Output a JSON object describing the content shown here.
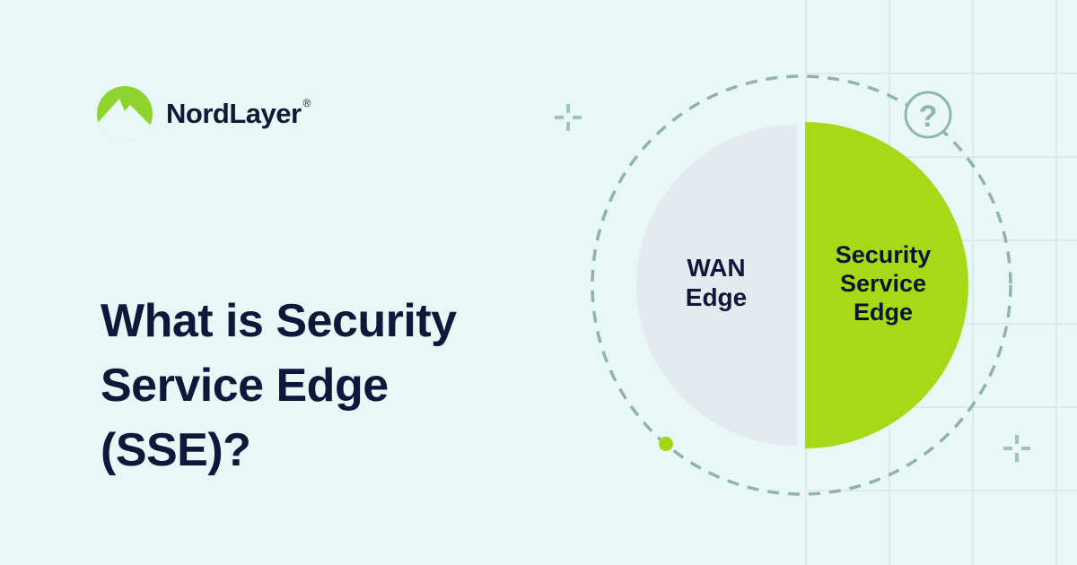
{
  "page": {
    "background_color": "#e9f8f6",
    "grid_color": "#dde9ec"
  },
  "brand": {
    "name": "NordLayer",
    "registered_mark": "®",
    "logo_icon": "nordlayer-mountain",
    "logo_green": "#8fd42e",
    "text_color": "#131836"
  },
  "headline": {
    "lines": [
      "What is Security",
      "Service Edge",
      "(SSE)?"
    ],
    "color": "#10173a"
  },
  "diagram": {
    "type": "split-circle",
    "dashed_circle_color": "#8fb3af",
    "accent_dot_color": "#a3d714",
    "plus_icon_color": "#9dc5c0",
    "help_icon": {
      "glyph": "?",
      "color": "#8db7b2"
    },
    "pie": {
      "left": {
        "label": "WAN\nEdge",
        "fill": "#e3ebee",
        "text_color": "#10173a"
      },
      "right": {
        "label": "Security\nService\nEdge",
        "fill": "#a6d916",
        "text_color": "#0e1430"
      }
    }
  }
}
